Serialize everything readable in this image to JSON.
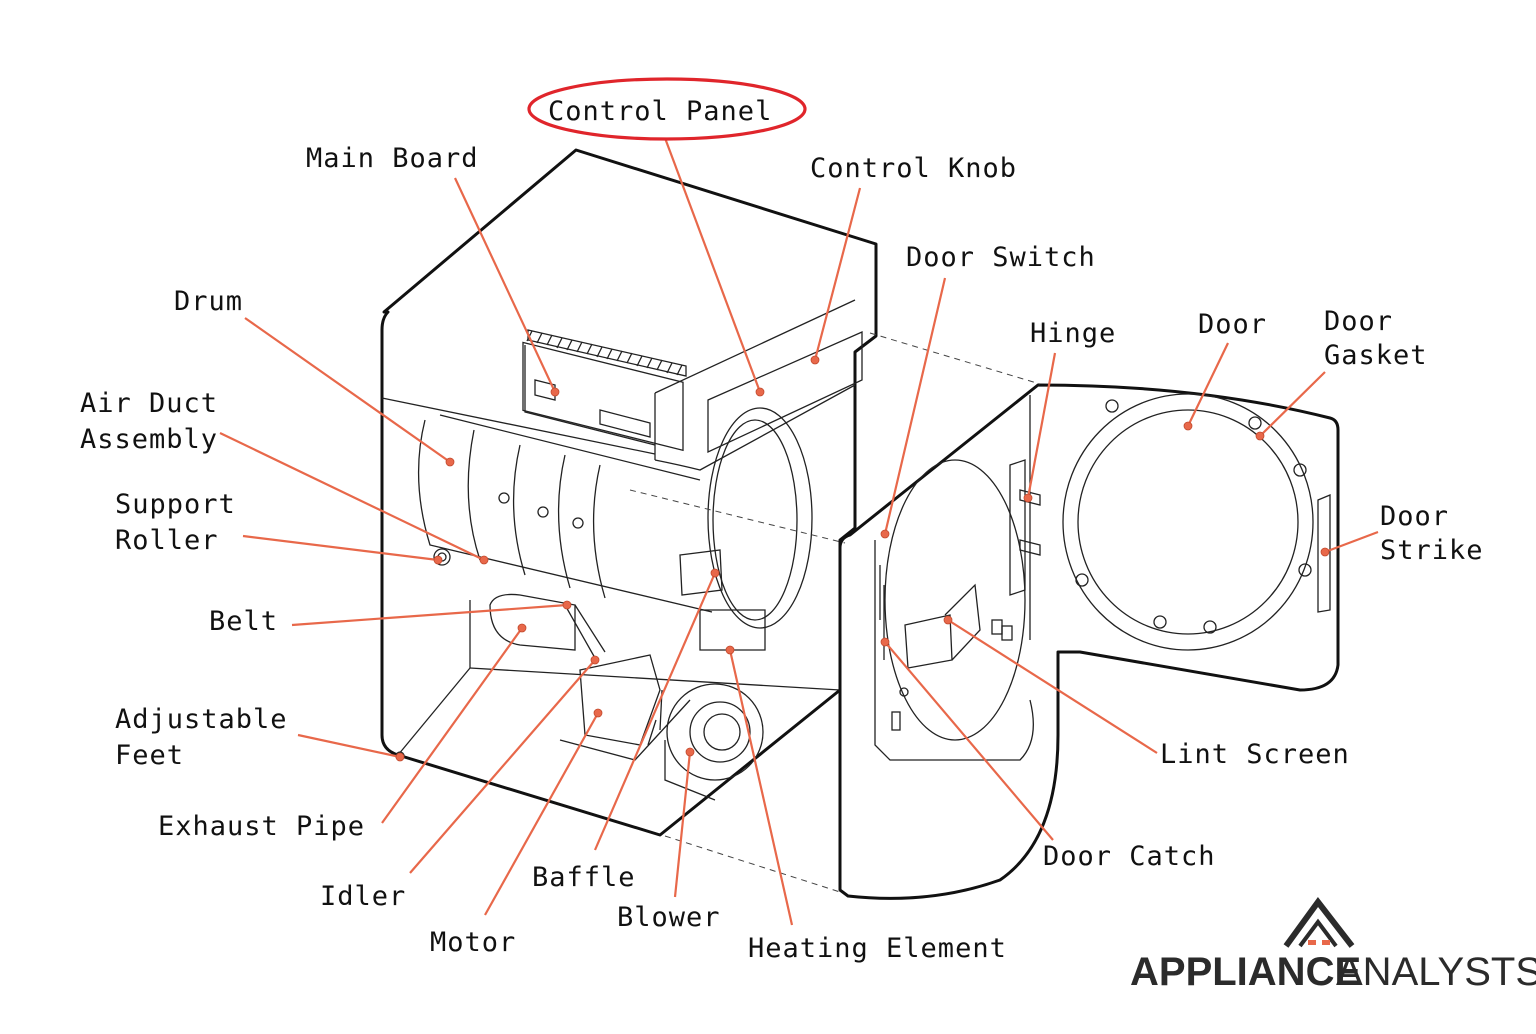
{
  "labels": {
    "control_panel": "Control Panel",
    "main_board": "Main Board",
    "control_knob": "Control Knob",
    "door_switch": "Door Switch",
    "drum": "Drum",
    "hinge": "Hinge",
    "door": "Door",
    "door_gasket_1": "Door",
    "door_gasket_2": "Gasket",
    "air_duct_1": "Air Duct",
    "air_duct_2": "Assembly",
    "support_roller_1": "Support",
    "support_roller_2": "Roller",
    "door_strike_1": "Door",
    "door_strike_2": "Strike",
    "belt": "Belt",
    "adjustable_feet_1": "Adjustable",
    "adjustable_feet_2": "Feet",
    "lint_screen": "Lint Screen",
    "exhaust_pipe": "Exhaust Pipe",
    "door_catch": "Door Catch",
    "idler": "Idler",
    "baffle": "Baffle",
    "blower": "Blower",
    "motor": "Motor",
    "heating_element": "Heating Element"
  },
  "logo": {
    "part1": "APPLIANCE",
    "part2": "ANALYSTS"
  },
  "colors": {
    "leader": "#e8684a",
    "highlight": "#e0252b",
    "outline": "#111111"
  }
}
